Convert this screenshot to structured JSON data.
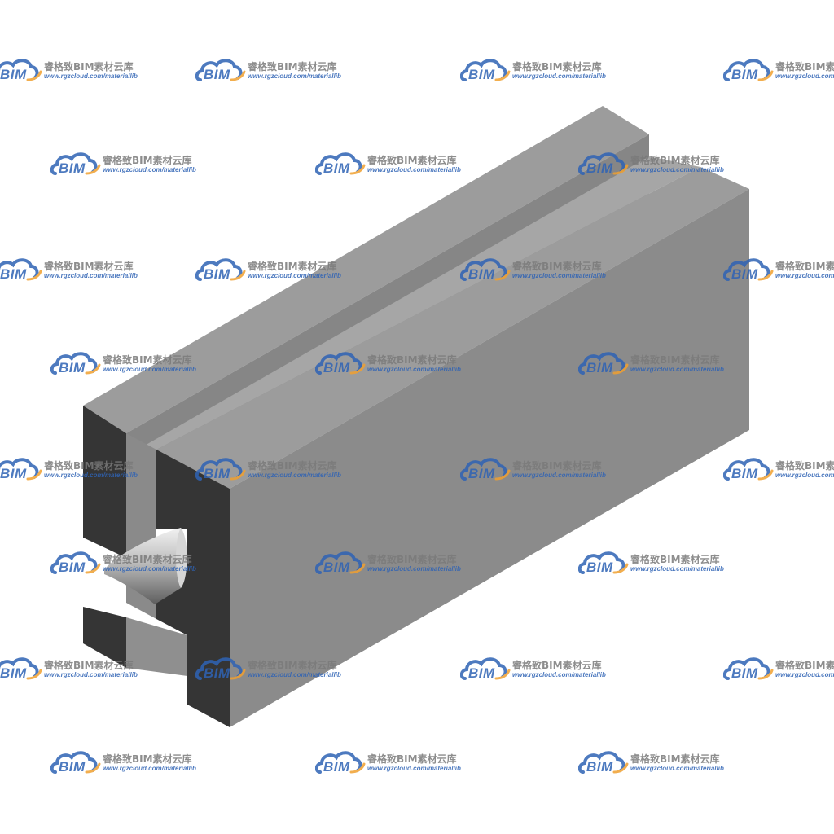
{
  "model": {
    "name": "slotted-rectangular-block-with-pin",
    "colors": {
      "top_face": "#9c9c9c",
      "front_face": "#8b8b8b",
      "side_face_dark": "#3a3a3a",
      "slot_inner_face": "#808080",
      "pin_light": "#e8e8e8",
      "pin_dark": "#6e6e6e"
    }
  },
  "watermark": {
    "logo_text": "BIM",
    "title": "睿格致BIM素材云库",
    "url": "www.rgzcloud.com/materiallib",
    "logo_blue": "#2f63b5",
    "logo_orange": "#f0a030"
  }
}
